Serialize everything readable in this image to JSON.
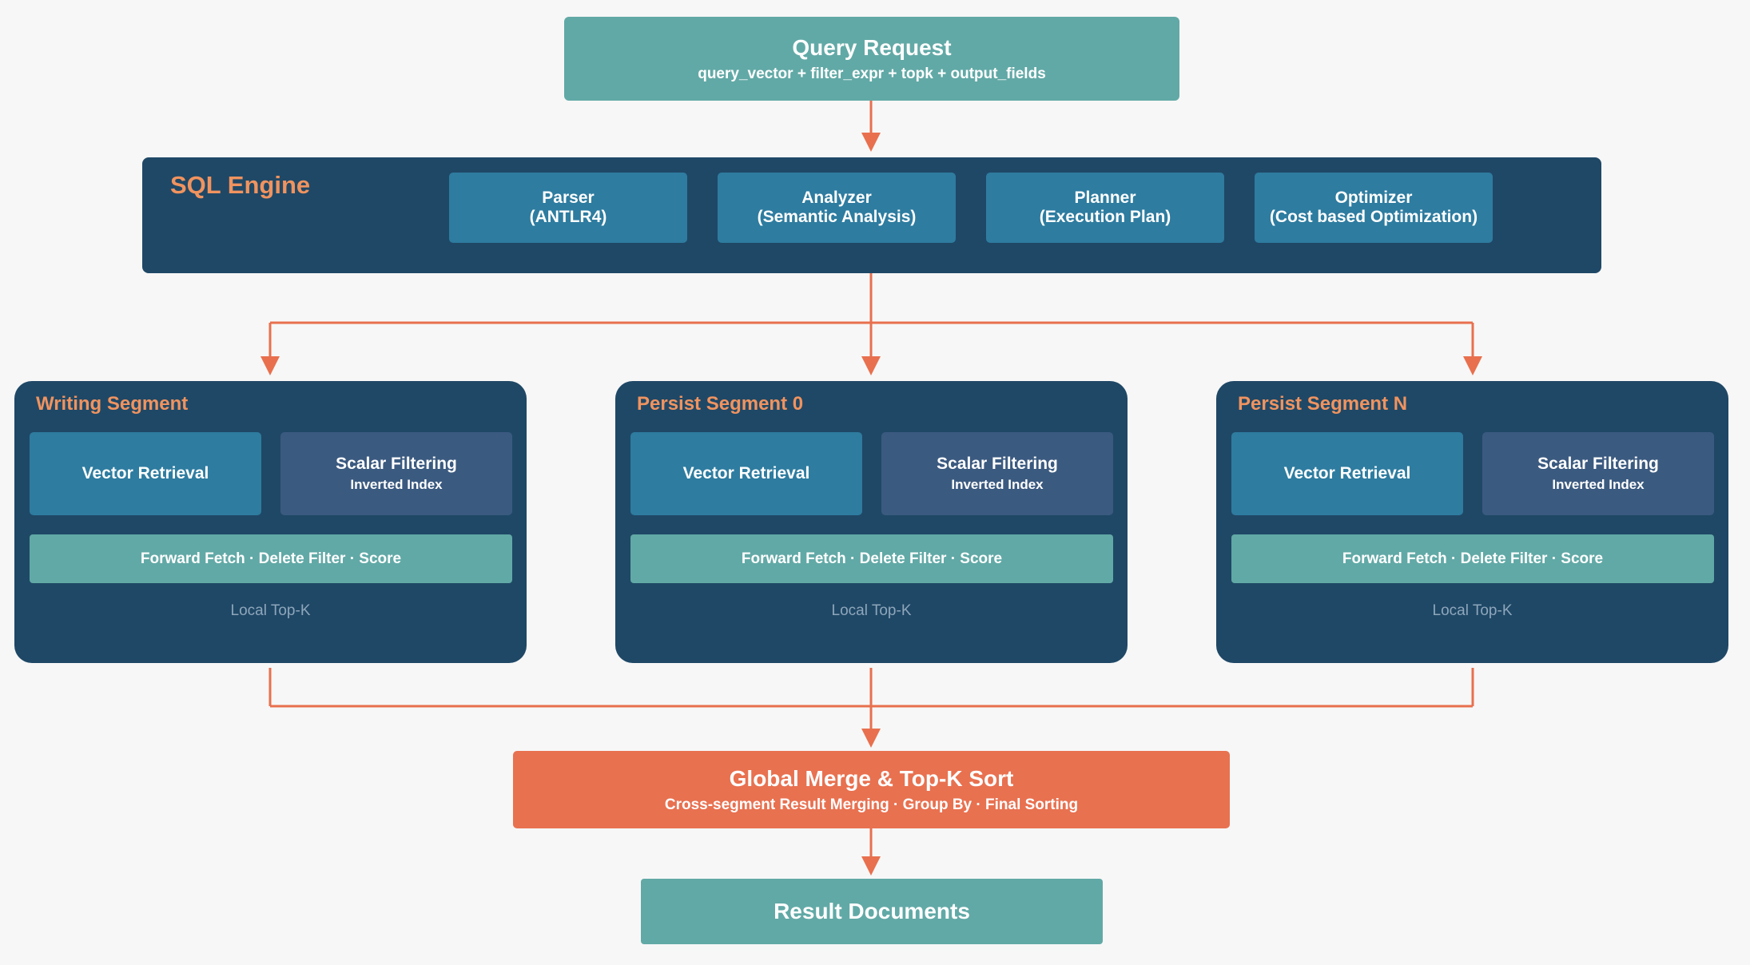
{
  "query": {
    "title": "Query Request",
    "subtitle": "query_vector + filter_expr + topk + output_fields"
  },
  "sql_engine": {
    "title": "SQL Engine",
    "stages": [
      {
        "line1": "Parser",
        "line2": "(ANTLR4)"
      },
      {
        "line1": "Analyzer",
        "line2": "(Semantic Analysis)"
      },
      {
        "line1": "Planner",
        "line2": "(Execution Plan)"
      },
      {
        "line1": "Optimizer",
        "line2": "(Cost based Optimization)"
      }
    ]
  },
  "segments": [
    {
      "title": "Writing Segment",
      "vector_label": "Vector Retrieval",
      "scalar_title": "Scalar Filtering",
      "scalar_sub": "Inverted Index",
      "fetch_label": "Forward Fetch · Delete Filter · Score",
      "topk_label": "Local Top-K"
    },
    {
      "title": "Persist Segment 0",
      "vector_label": "Vector Retrieval",
      "scalar_title": "Scalar Filtering",
      "scalar_sub": "Inverted Index",
      "fetch_label": "Forward Fetch · Delete Filter · Score",
      "topk_label": "Local Top-K"
    },
    {
      "title": "Persist Segment N",
      "vector_label": "Vector Retrieval",
      "scalar_title": "Scalar Filtering",
      "scalar_sub": "Inverted Index",
      "fetch_label": "Forward Fetch · Delete Filter · Score",
      "topk_label": "Local Top-K"
    }
  ],
  "merge": {
    "title": "Global Merge & Top-K Sort",
    "subtitle": "Cross-segment Result Merging · Group By · Final Sorting"
  },
  "result": {
    "title": "Result Documents"
  },
  "colors": {
    "teal": "#61a9a6",
    "navy": "#1f4866",
    "blue": "#2e7ca0",
    "slate": "#3b5a80",
    "orange": "#e87150",
    "accent_text": "#f0935f",
    "arrow": "#e8704e",
    "background": "#f7f7f7"
  }
}
